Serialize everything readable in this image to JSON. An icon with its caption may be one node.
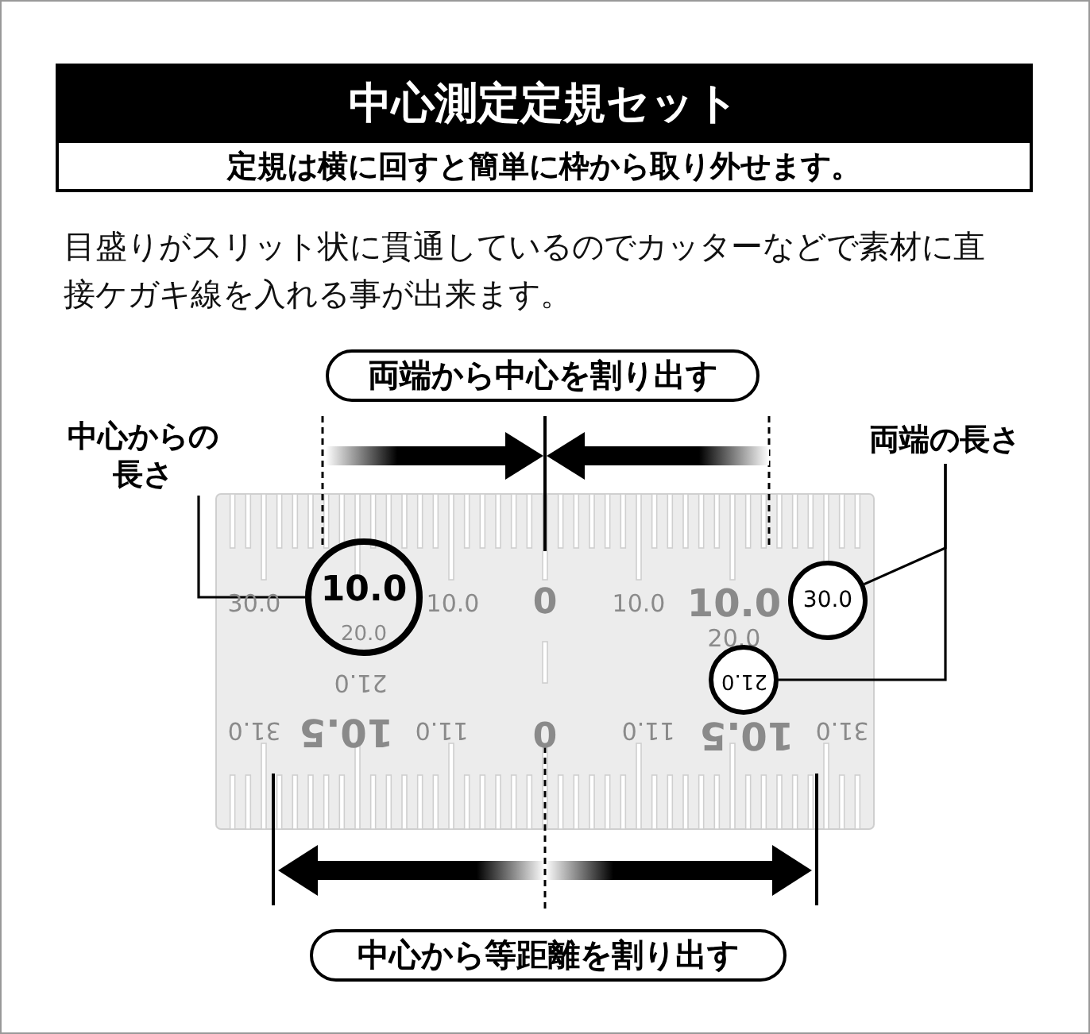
{
  "diagram": {
    "title": "中心測定定規セット",
    "nodes": [
      {
        "text": [
          "定規は横に回すと簡単に枠から取り外せます。"
        ]
      },
      {
        "text": [
          "両端から中心を割り出す"
        ]
      },
      {
        "text": [
          "中心からの長さ"
        ]
      },
      {
        "text": [
          "両端の長さ"
        ]
      },
      {
        "text": [
          "10.0"
        ]
      },
      {
        "text": [
          "30.0"
        ]
      },
      {
        "text": [
          "21.0"
        ]
      },
      {
        "text": [
          "中心から等距離を割り出す"
        ]
      }
    ],
    "edges": [
      {
        "from": 2,
        "to": 4,
        "arrow": "none"
      },
      {
        "from": 3,
        "to": 5,
        "arrow": "none"
      },
      {
        "from": 3,
        "to": 6,
        "arrow": "none"
      }
    ],
    "labels": [
      "目盛りがスリット状に貫通しているのでカッターなどで素材に直接ケガキ線を入れる事が出来ます。",
      "30.0",
      "10.0",
      "0",
      "10.0",
      "10.0",
      "20.0",
      "20.0",
      "21.0",
      "31.0",
      "10.5",
      "11.0",
      "0",
      "11.0",
      "10.5",
      "31.0"
    ]
  }
}
